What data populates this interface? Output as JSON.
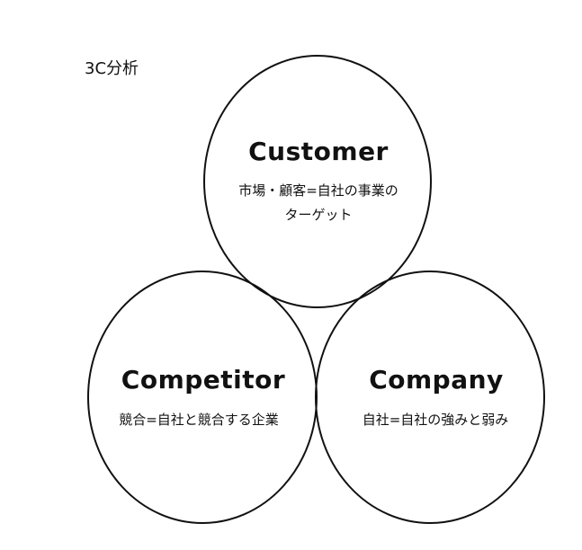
{
  "title": "3C分析",
  "circles": [
    {
      "heading": "Customer",
      "lines": [
        "市場・顧客=自社の事業の",
        "ターゲット"
      ]
    },
    {
      "heading": "Competitor",
      "lines": [
        "競合=自社と競合する企業"
      ]
    },
    {
      "heading": "Company",
      "lines": [
        "自社=自社の強みと弱み"
      ]
    }
  ]
}
